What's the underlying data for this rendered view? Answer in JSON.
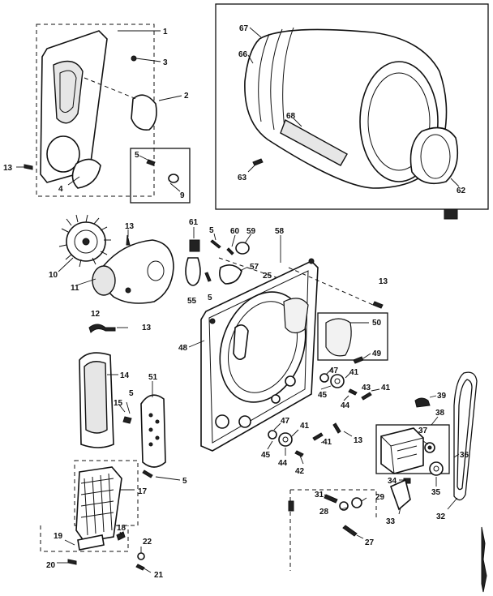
{
  "diagram": {
    "part_labels": {
      "p1": "1",
      "p2": "2",
      "p3": "3",
      "p4": "4",
      "p5_top": "5",
      "p9": "9",
      "p13_left": "13",
      "p67": "67",
      "p66": "66",
      "p68": "68",
      "p63": "63",
      "p62": "62",
      "p10": "10",
      "p11": "11",
      "p13_blower": "13",
      "p61": "61",
      "p5_lamp": "5",
      "p60": "60",
      "p59": "59",
      "p58": "58",
      "p57": "57",
      "p25": "25",
      "p55": "55",
      "p5_lamp2": "5",
      "p13_right": "13",
      "p12": "12",
      "p13_duct": "13",
      "p48": "48",
      "p50": "50",
      "p49": "49",
      "p47_upper": "47",
      "p41_upper": "41",
      "p45_upper": "45",
      "p44_upper": "44",
      "p43": "43",
      "p41_far": "41",
      "p14": "14",
      "p51": "51",
      "p5_duct": "5",
      "p15": "15",
      "p5_panel": "5",
      "p47_lower": "47",
      "p41_lower": "41",
      "p45_lower": "45",
      "p44_lower": "44",
      "p42": "42",
      "p41_lower2": "41",
      "p13_lower": "13",
      "p39": "39",
      "p38": "38",
      "p37": "37",
      "p36": "36",
      "p34": "34",
      "p35": "35",
      "p32": "32",
      "p31": "31",
      "p29": "29",
      "p28": "28",
      "p33": "33",
      "p27": "27",
      "p17": "17",
      "p18": "18",
      "p19": "19",
      "p20": "20",
      "p22": "22",
      "p21": "21"
    }
  }
}
